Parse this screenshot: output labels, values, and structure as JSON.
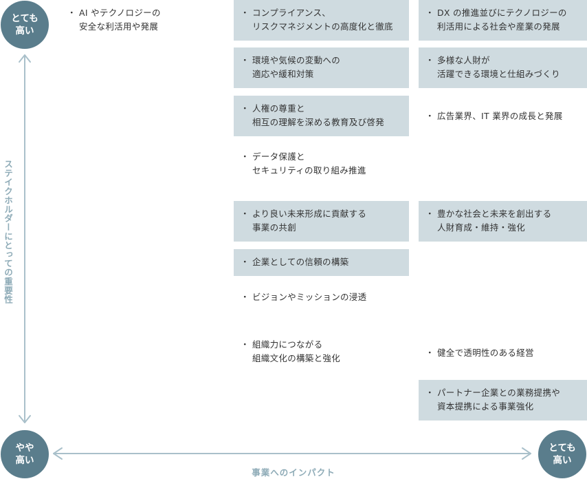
{
  "axes": {
    "vertical_label": "ステイクホルダーにとっての重要性",
    "horizontal_label": "事業へのインパクト",
    "top_circle": [
      "とても",
      "高い"
    ],
    "bottom_left_circle": [
      "やや",
      "高い"
    ],
    "right_circle": [
      "とても",
      "高い"
    ]
  },
  "items": {
    "ai": [
      "AI やテクノロジーの",
      "安全な利活用や発展"
    ],
    "compliance": [
      "コンプライアンス、",
      "リスクマネジメントの高度化と徹底"
    ],
    "environment": [
      "環境や気候の変動への",
      "適応や緩和対策"
    ],
    "human_rights": [
      "人権の尊重と",
      "相互の理解を深める教育及び啓発"
    ],
    "data_protection": [
      "データ保護と",
      "セキュリティの取り組み推進"
    ],
    "co_creation": [
      "より良い未来形成に貢献する",
      "事業の共創"
    ],
    "trust": [
      "企業としての信頼の構築"
    ],
    "vision": [
      "ビジョンやミッションの浸透"
    ],
    "org_strength": [
      "組織力につながる",
      "組織文化の構築と強化"
    ],
    "dx": [
      "DX の推進並びにテクノロジーの",
      "利活用による社会や産業の発展"
    ],
    "diverse_talent": [
      "多様な人財が",
      "活躍できる環境と仕組みづくり"
    ],
    "ad_industry": [
      "広告業界、IT 業界の成長と発展"
    ],
    "talent_dev": [
      "豊かな社会と未来を創出する",
      "人財育成・維持・強化"
    ],
    "governance": [
      "健全で透明性のある経営"
    ],
    "partnership": [
      "パートナー企業との業務提携や",
      "資本提携による事業強化"
    ]
  },
  "colors": {
    "circle": "#5a7d8c",
    "highlight_box": "#cfdbe0",
    "axis": "#8eabb7"
  }
}
